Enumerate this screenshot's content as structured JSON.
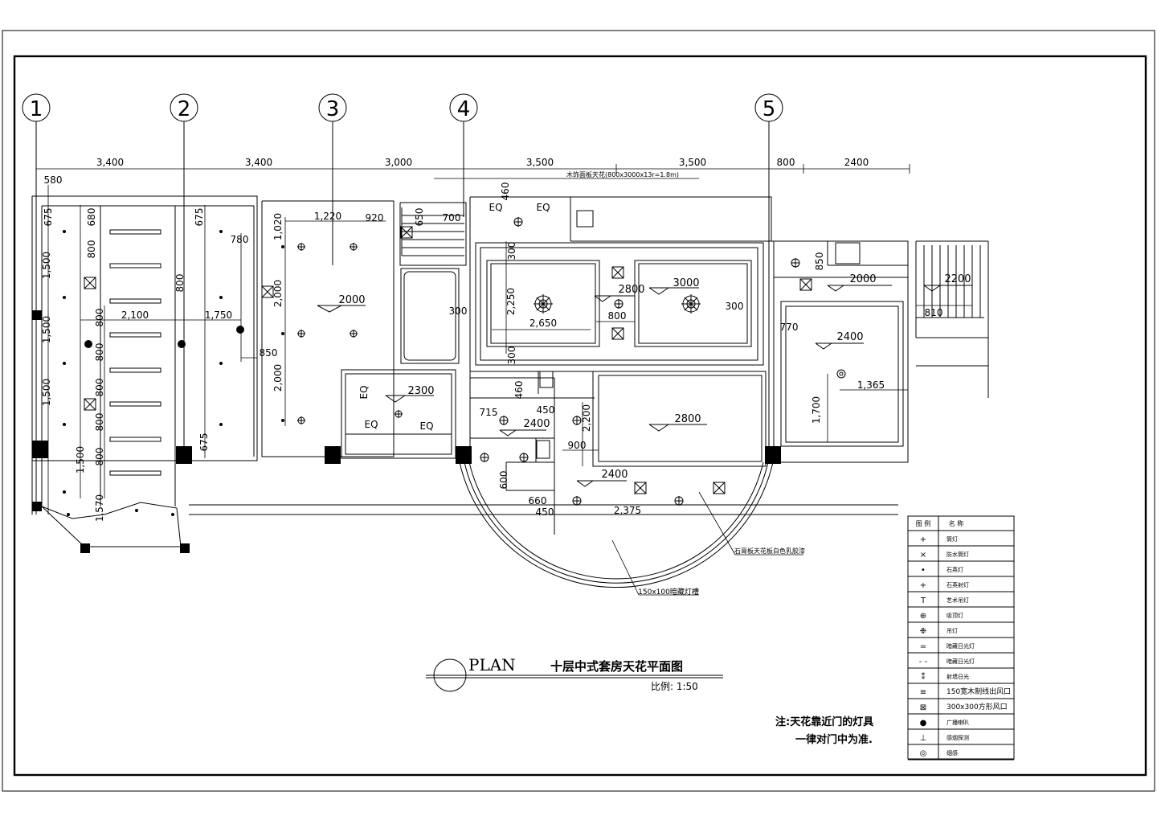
{
  "axes": [
    "1",
    "2",
    "3",
    "4",
    "5"
  ],
  "top_dimensions": [
    "3,400",
    "3,400",
    "3,000",
    "3,500",
    "3,500",
    "800",
    "2400"
  ],
  "top_note": "木饰面板天花(800x3000x13r=1.8m)",
  "dimensions": {
    "d580": "580",
    "d675a": "675",
    "d680": "680",
    "d1500a": "1,500",
    "d800a": "800",
    "d800b": "800",
    "d1500b": "1,500",
    "d800c": "800",
    "d1500c": "1,500",
    "d800d": "800",
    "d800e": "800",
    "d800f": "800",
    "d1500d": "1,500",
    "d800g": "800",
    "d1570": "1,570",
    "d2100": "2,100",
    "d1750": "1,750",
    "d675b": "675",
    "d780": "780",
    "d850a": "850",
    "d675c": "675",
    "d1020": "1,020",
    "d1220": "1,220",
    "d920": "920",
    "d2000a": "2,000",
    "d2000b": "2,000",
    "d2000lvl": "2000",
    "d650": "650",
    "d700": "700",
    "d460a": "460",
    "d300a": "300",
    "d300b": "300",
    "d2250": "2,250",
    "d2650": "2,650",
    "d2800a": "2800",
    "d3000": "3000",
    "d800h": "800",
    "d300c": "300",
    "d300d": "300",
    "d2300": "2300",
    "d460b": "460",
    "d715": "715",
    "d450a": "450",
    "d2400a": "2400",
    "d2200": "2,200",
    "d900": "900",
    "d2800b": "2800",
    "d2400b": "2400",
    "d600": "600",
    "d660": "660",
    "d450b": "450",
    "d2375": "2,375",
    "d850b": "850",
    "d2000c": "2000",
    "d770": "770",
    "d2400c": "2400",
    "d1365": "1,365",
    "d1700": "1,700",
    "d2200b": "2200",
    "d810": "810",
    "eq": "EQ"
  },
  "callouts": {
    "arc_note": "石膏板天花板白色乳胶漆",
    "cove_note": "150x100暗藏灯槽"
  },
  "title": {
    "plan": "PLAN",
    "name": "十层中式套房天花平面图",
    "scale": "比例: 1:50"
  },
  "note": {
    "line1": "注:天花靠近门的灯具",
    "line2": "一律对门中为准."
  },
  "legend": {
    "header_symbol": "图 例",
    "header_name": "名 称",
    "rows": [
      "筒灯",
      "防水筒灯",
      "石英灯",
      "石英射灯",
      "艺术吊灯",
      "吸顶灯",
      "吊灯",
      "暗藏日光灯",
      "暗藏日光灯",
      "射墙日光",
      "150宽木制线出风口",
      "300x300方形风口",
      "广播喇叭",
      "感烟探测",
      "烟感"
    ]
  }
}
